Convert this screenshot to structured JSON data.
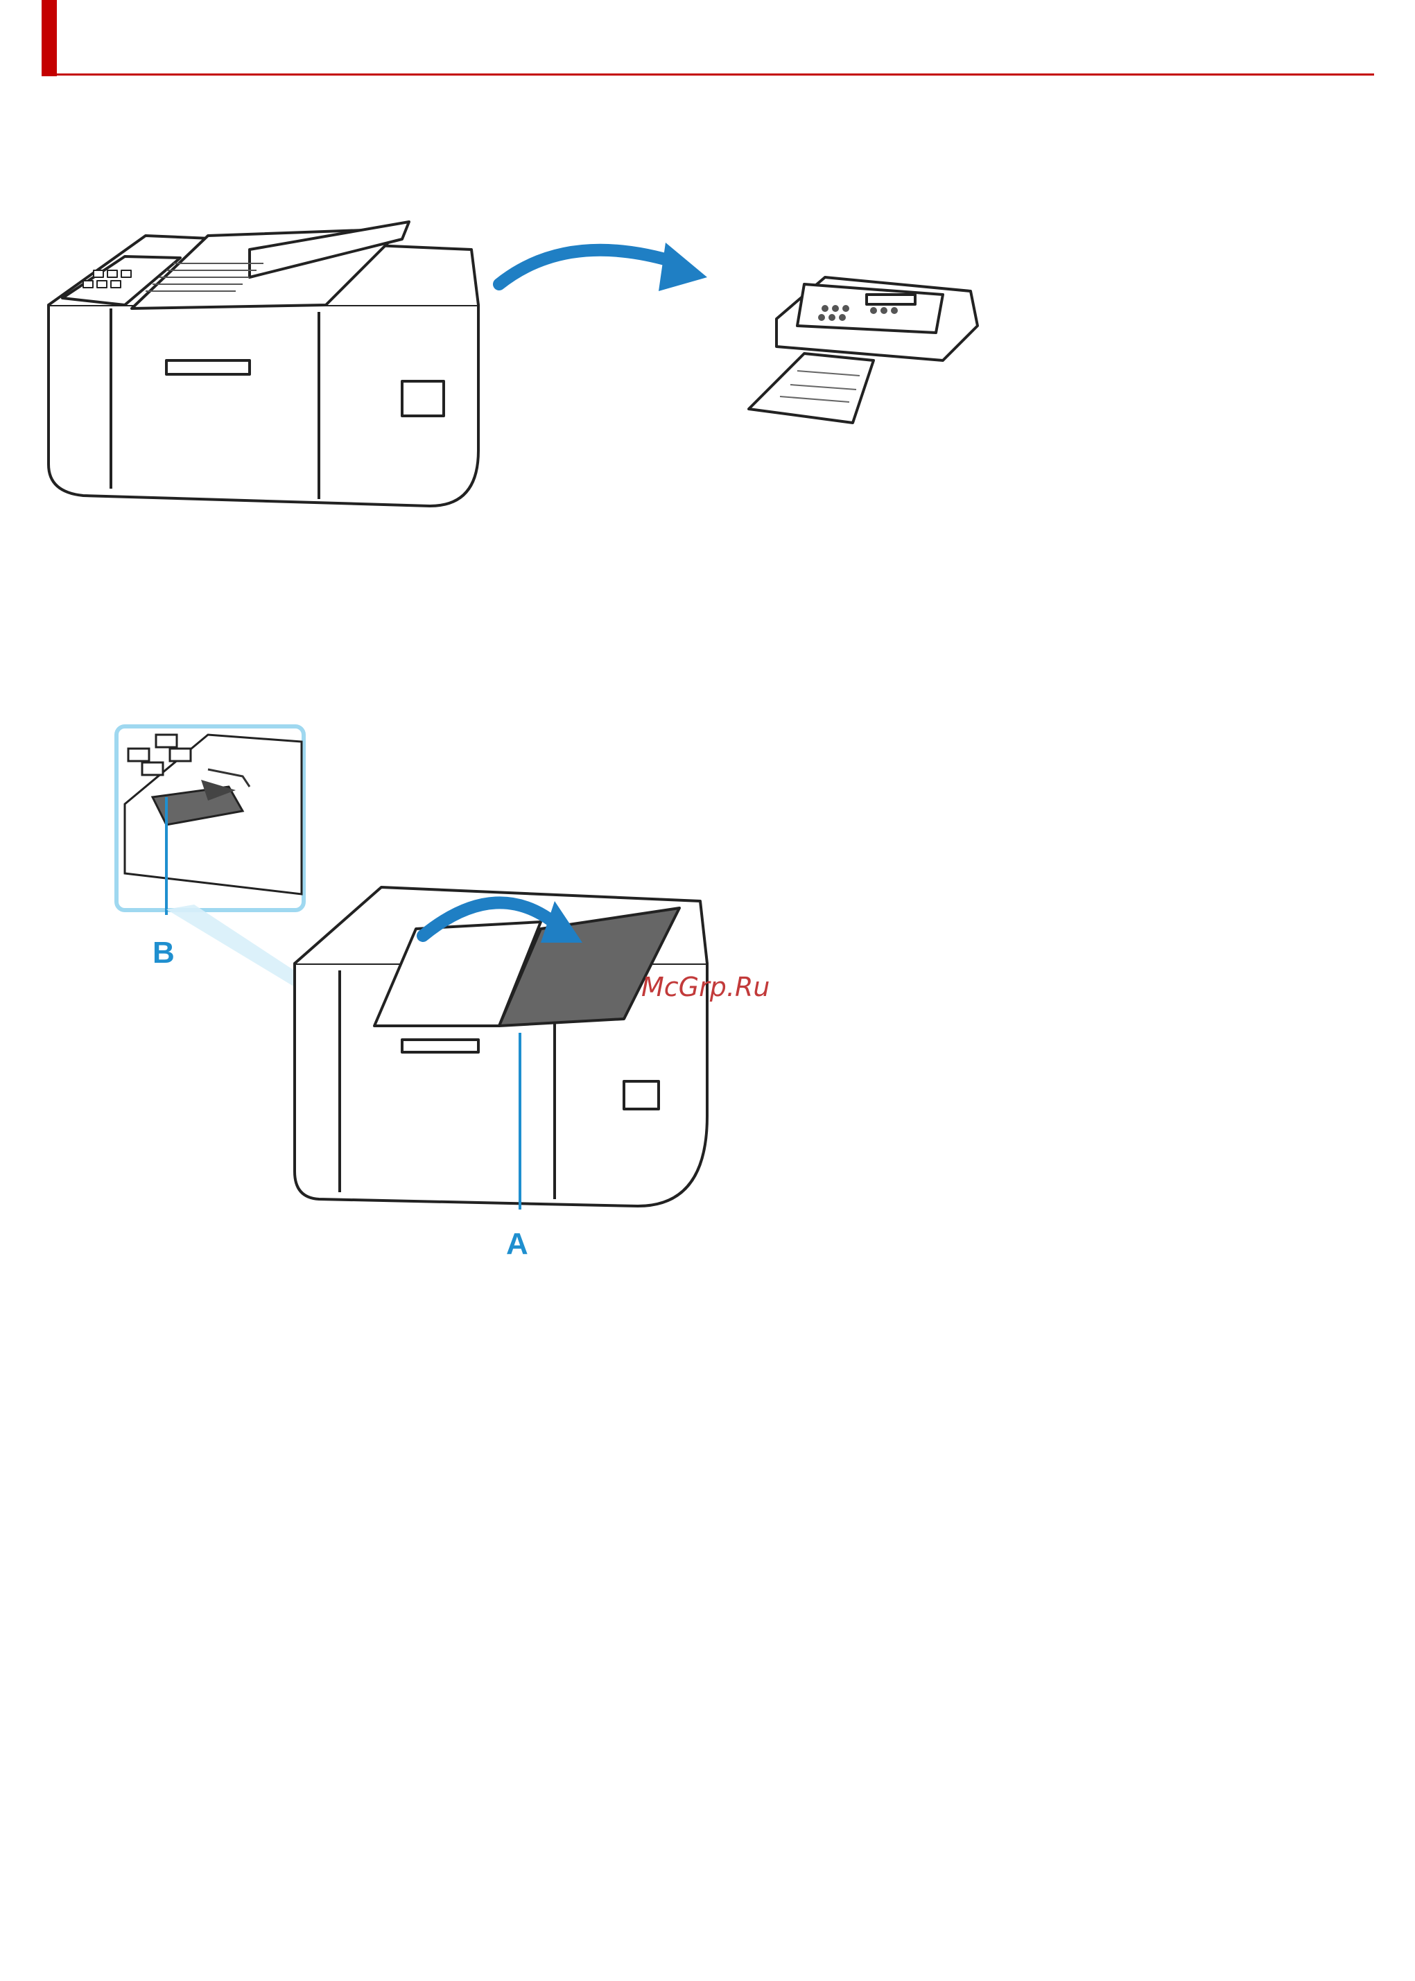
{
  "header": {
    "accent_color": "#c40000"
  },
  "figures": {
    "fax_illustration": {
      "icon": "printer-sending-to-fax-machine-illustration"
    },
    "adf_illustration": {
      "icon": "document-tray-and-guide-illustration",
      "callouts": {
        "a": "A",
        "b": "B"
      },
      "callout_color": "#1f8fcf"
    }
  },
  "watermark": "McGrp.Ru"
}
